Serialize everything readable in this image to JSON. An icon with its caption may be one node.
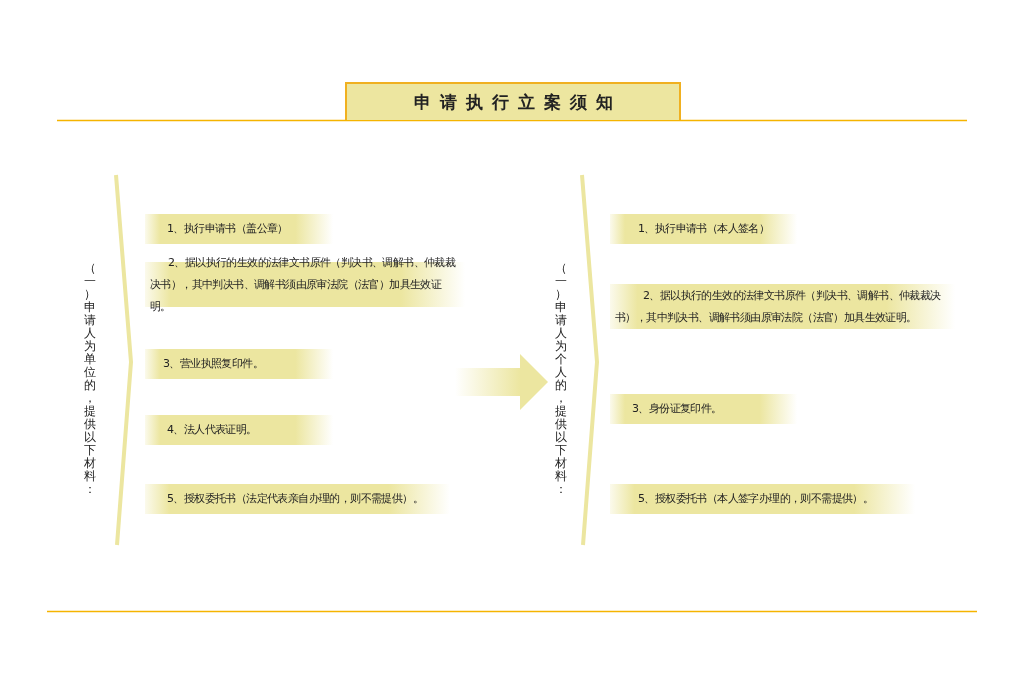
{
  "diagram": {
    "title": "申请执行立案须知",
    "nodes": [
      {
        "text": [
          "（一）申请人为单位的，提供以下材料："
        ]
      },
      {
        "text": [
          "1、执行申请书（盖公章）"
        ],
        "in": 0
      },
      {
        "text": [
          "2、据以执行的生效的法律文书原件（判决书、调解书、仲裁裁决书），其中判决书、调解书须由原审法院（法官）加具生效证明。"
        ],
        "in": 0
      },
      {
        "text": [
          "3、营业执照复印件。"
        ],
        "in": 0
      },
      {
        "text": [
          "4、法人代表证明。"
        ],
        "in": 0
      },
      {
        "text": [
          "5、授权委托书（法定代表亲自办理的，则不需提供）。"
        ],
        "in": 0
      },
      {
        "text": [
          "（一）申请人为个人的，提供以下材料："
        ]
      },
      {
        "text": [
          "1、执行申请书（本人签名）"
        ],
        "in": 6
      },
      {
        "text": [
          "2、据以执行的生效的法律文书原件（判决书、调解书、仲裁裁决书），其中判决书、调解书须由原审法院（法官）加具生效证明。"
        ],
        "in": 6
      },
      {
        "text": [
          "3、身份证复印件。"
        ],
        "in": 6
      },
      {
        "text": [
          "5、授权委托书（本人签字办理的，则不需提供）。"
        ],
        "in": 6
      }
    ],
    "edges": [
      {
        "from": 0,
        "to": 6,
        "arrow": "to"
      }
    ]
  }
}
